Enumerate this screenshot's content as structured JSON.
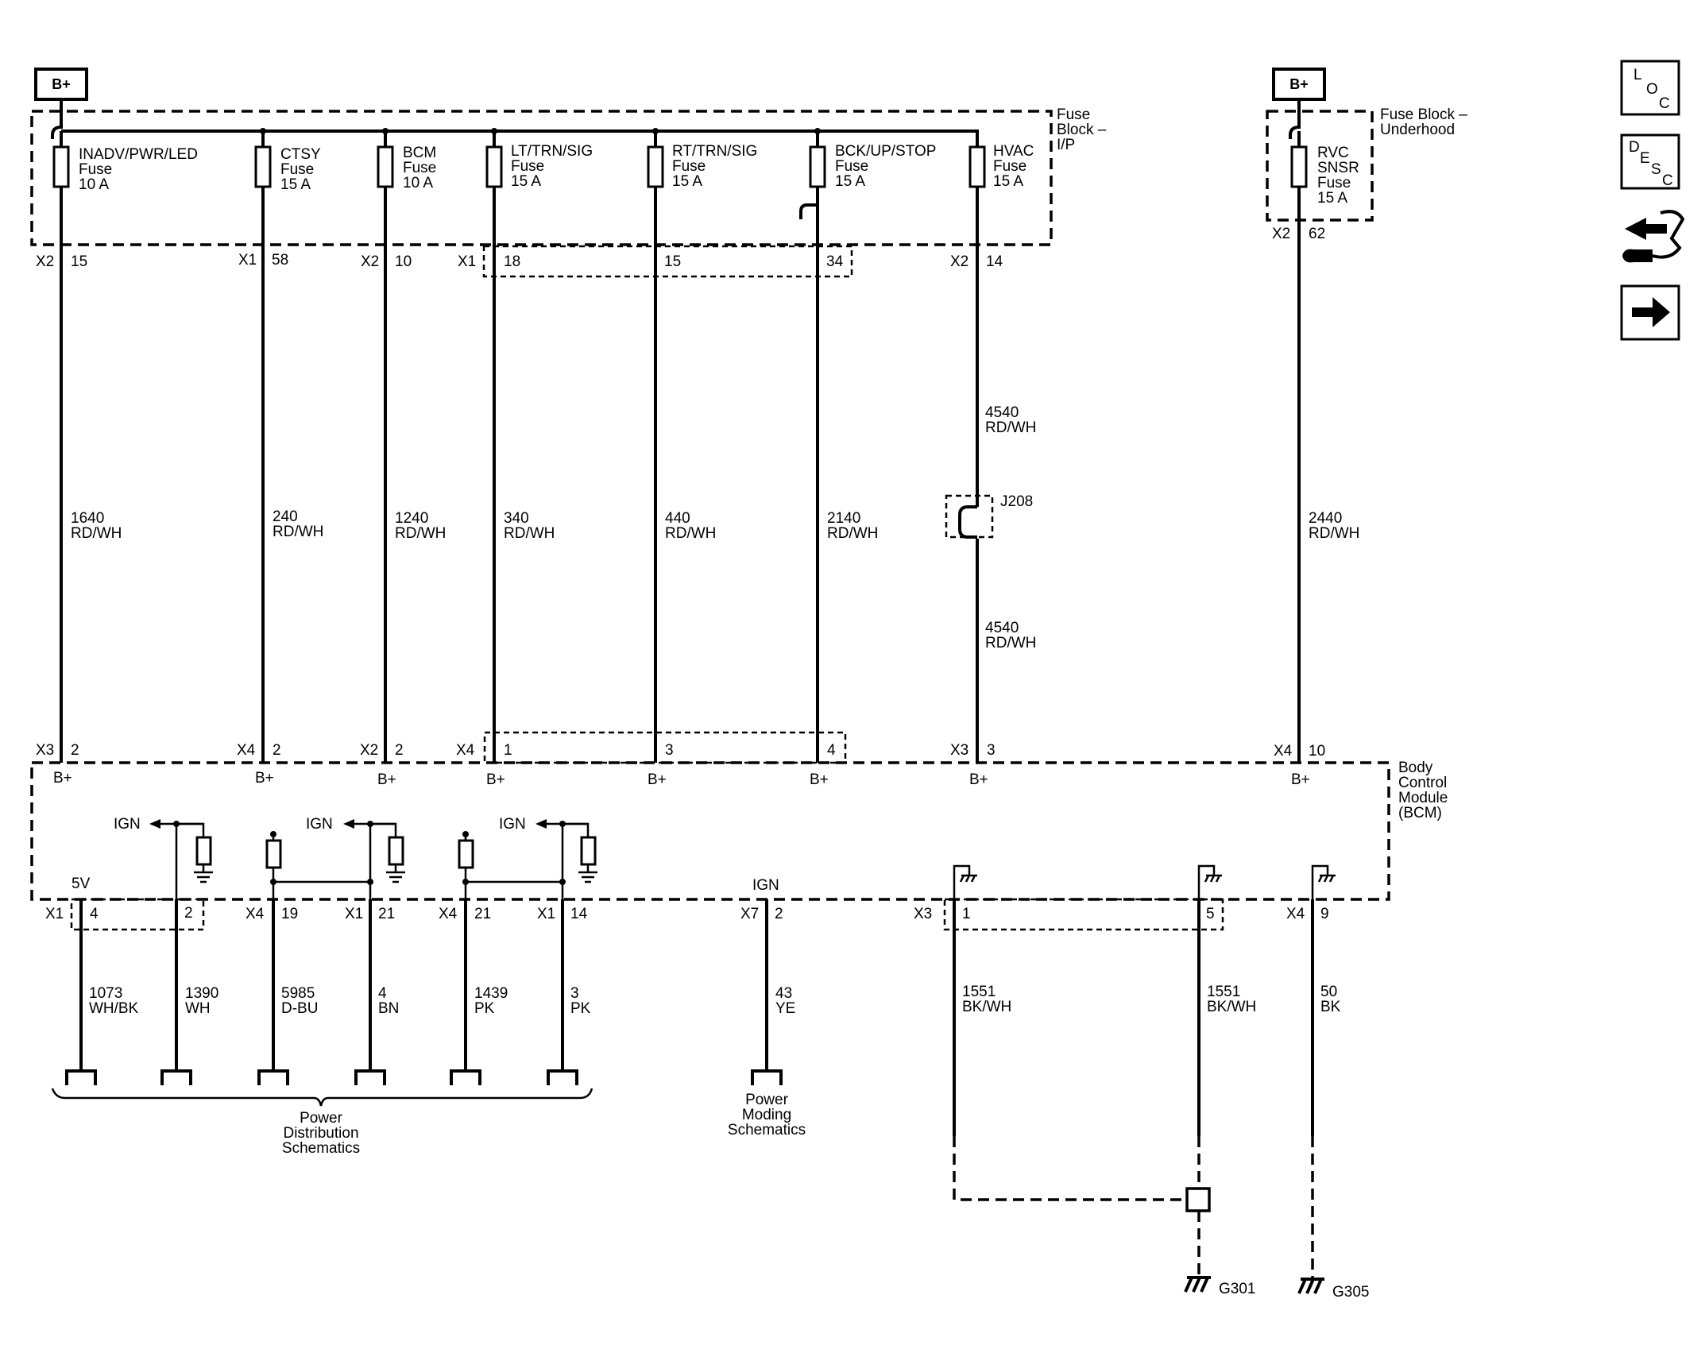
{
  "supply_tags": [
    "B+",
    "B+"
  ],
  "fuse_block_ip": {
    "title": [
      "Fuse",
      "Block –",
      "I/P"
    ],
    "fuses": [
      {
        "name": "INADV/PWR/LED",
        "word": "Fuse",
        "rating": "10 A",
        "conn": "X2",
        "pin": "15"
      },
      {
        "name": "CTSY",
        "word": "Fuse",
        "rating": "15 A",
        "conn": "X1",
        "pin": "58"
      },
      {
        "name": "BCM",
        "word": "Fuse",
        "rating": "10 A",
        "conn": "X2",
        "pin": "10"
      },
      {
        "name": "LT/TRN/SIG",
        "word": "Fuse",
        "rating": "15 A",
        "conn": "X1",
        "pin": "18"
      },
      {
        "name": "RT/TRN/SIG",
        "word": "Fuse",
        "rating": "15 A",
        "conn": "",
        "pin": "15"
      },
      {
        "name": "BCK/UP/STOP",
        "word": "Fuse",
        "rating": "15 A",
        "conn": "",
        "pin": "34"
      },
      {
        "name": "HVAC",
        "word": "Fuse",
        "rating": "15 A",
        "conn": "X2",
        "pin": "14"
      }
    ]
  },
  "fuse_block_underhood": {
    "title": [
      "Fuse Block –",
      "Underhood"
    ],
    "fuse": {
      "name": [
        "RVC",
        "SNSR",
        "Fuse",
        "15 A"
      ],
      "conn": "X2",
      "pin": "62"
    }
  },
  "upper_wires": [
    {
      "circuit": "1640",
      "color": "RD/WH"
    },
    {
      "circuit": "240",
      "color": "RD/WH"
    },
    {
      "circuit": "1240",
      "color": "RD/WH"
    },
    {
      "circuit": "340",
      "color": "RD/WH"
    },
    {
      "circuit": "440",
      "color": "RD/WH"
    },
    {
      "circuit": "2140",
      "color": "RD/WH"
    },
    {
      "circuit": "2440",
      "color": "RD/WH"
    }
  ],
  "hvac_wire": {
    "upper": {
      "circuit": "4540",
      "color": "RD/WH"
    },
    "lower": {
      "circuit": "4540",
      "color": "RD/WH"
    },
    "splice": "J208"
  },
  "bcm": {
    "title": [
      "Body",
      "Control",
      "Module",
      "(BCM)"
    ],
    "top_pins": [
      {
        "conn": "X3",
        "pin": "2",
        "label": "B+"
      },
      {
        "conn": "X4",
        "pin": "2",
        "label": "B+"
      },
      {
        "conn": "X2",
        "pin": "2",
        "label": "B+"
      },
      {
        "conn": "X4",
        "pin": "1",
        "label": "B+"
      },
      {
        "conn": "",
        "pin": "3",
        "label": "B+"
      },
      {
        "conn": "",
        "pin": "4",
        "label": "B+"
      },
      {
        "conn": "X3",
        "pin": "3",
        "label": "B+"
      },
      {
        "conn": "X4",
        "pin": "10",
        "label": "B+"
      }
    ],
    "internal_labels": {
      "ign": "IGN",
      "five_v": "5V"
    },
    "bottom_pins": [
      {
        "conn": "X1",
        "pin": "4"
      },
      {
        "conn": "",
        "pin": "2"
      },
      {
        "conn": "X4",
        "pin": "19"
      },
      {
        "conn": "X1",
        "pin": "21"
      },
      {
        "conn": "X4",
        "pin": "21"
      },
      {
        "conn": "X1",
        "pin": "14"
      },
      {
        "conn": "X7",
        "pin": "2"
      },
      {
        "conn": "X3",
        "pin": "1"
      },
      {
        "conn": "",
        "pin": "5"
      },
      {
        "conn": "X4",
        "pin": "9"
      }
    ]
  },
  "lower_wires": [
    {
      "circuit": "1073",
      "color": "WH/BK"
    },
    {
      "circuit": "1390",
      "color": "WH"
    },
    {
      "circuit": "5985",
      "color": "D-BU"
    },
    {
      "circuit": "4",
      "color": "BN"
    },
    {
      "circuit": "1439",
      "color": "PK"
    },
    {
      "circuit": "3",
      "color": "PK"
    },
    {
      "circuit": "43",
      "color": "YE"
    },
    {
      "circuit": "1551",
      "color": "BK/WH"
    },
    {
      "circuit": "1551",
      "color": "BK/WH"
    },
    {
      "circuit": "50",
      "color": "BK"
    }
  ],
  "references": {
    "power_distribution": [
      "Power",
      "Distribution",
      "Schematics"
    ],
    "power_moding": [
      "Power",
      "Moding",
      "Schematics"
    ]
  },
  "grounds": [
    "G301",
    "G305"
  ],
  "side_icons": [
    {
      "icon": "loc-icon",
      "letters": [
        "L",
        "O",
        "C"
      ]
    },
    {
      "icon": "desc-icon",
      "letters": [
        "D",
        "E",
        "S",
        "C"
      ]
    },
    {
      "icon": "connector-end-view-icon"
    },
    {
      "icon": "next-page-arrow-icon"
    }
  ]
}
